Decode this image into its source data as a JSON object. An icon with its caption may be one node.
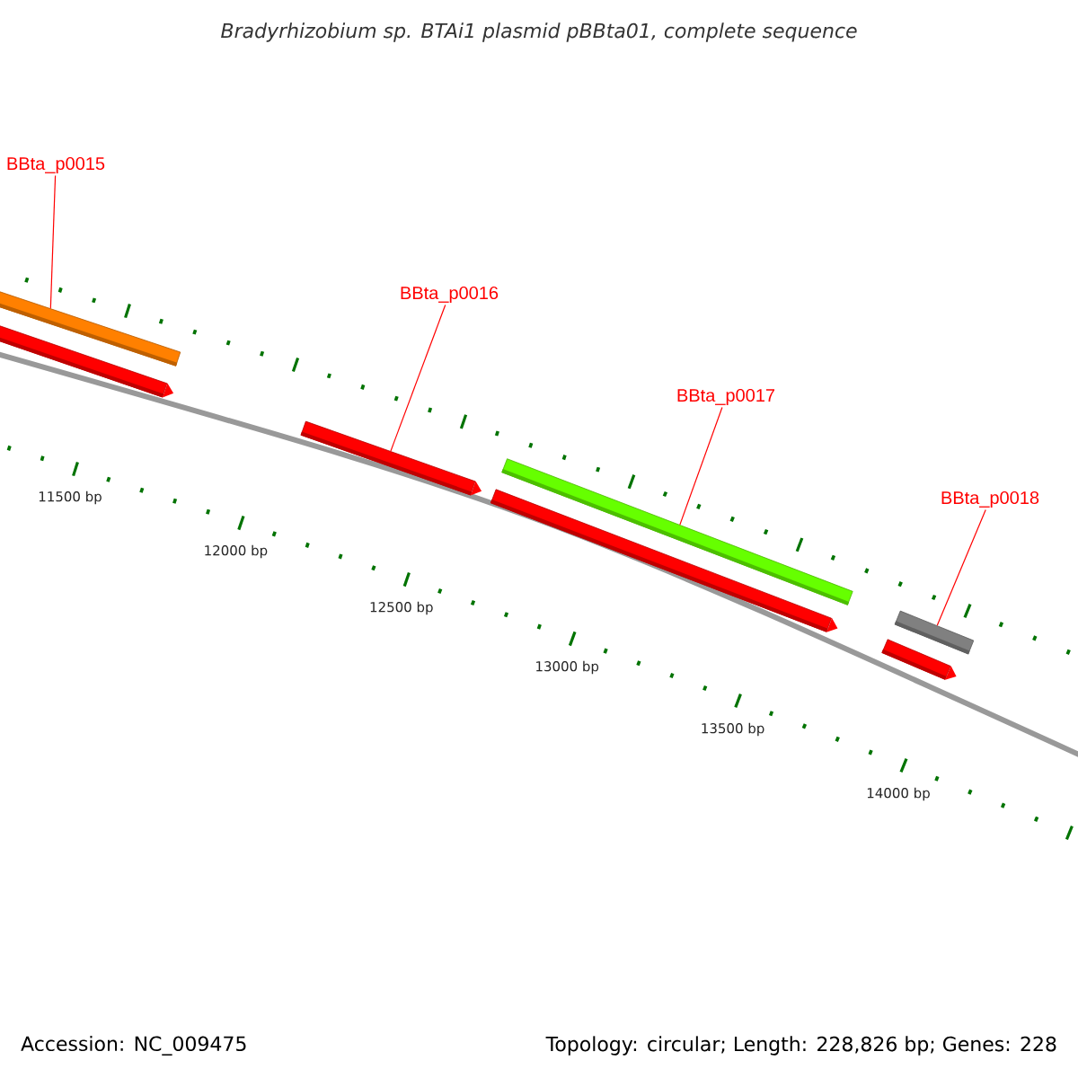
{
  "diagram": {
    "title": "Bradyrhizobium sp. BTAi1 plasmid pBBta01, complete sequence",
    "nodes": [
      {
        "text": [
          "BBta_p0015"
        ]
      },
      {
        "text": [],
        "shape": "bar"
      },
      {
        "text": [],
        "shape": "bar"
      },
      {
        "text": [
          "BBta_p0016"
        ]
      },
      {
        "text": [],
        "shape": "bar"
      },
      {
        "text": [
          "BBta_p0017"
        ]
      },
      {
        "text": [],
        "shape": "bar"
      },
      {
        "text": [],
        "shape": "bar"
      },
      {
        "text": [
          "BBta_p0018"
        ]
      },
      {
        "text": [],
        "shape": "bar"
      },
      {
        "text": [],
        "shape": "bar"
      }
    ],
    "edges": [
      {
        "from": 0,
        "to": 1,
        "arrow": "none"
      },
      {
        "from": 3,
        "to": 4,
        "arrow": "none"
      },
      {
        "from": 5,
        "to": 6,
        "arrow": "none"
      },
      {
        "from": 8,
        "to": 9,
        "arrow": "none"
      }
    ],
    "labels": [
      "11500 bp",
      "12000 bp",
      "12500 bp",
      "13000 bp",
      "13500 bp",
      "14000 bp",
      "Accession: NC_009475",
      "Topology: circular; Length: 228,826 bp; Genes: 228"
    ]
  }
}
